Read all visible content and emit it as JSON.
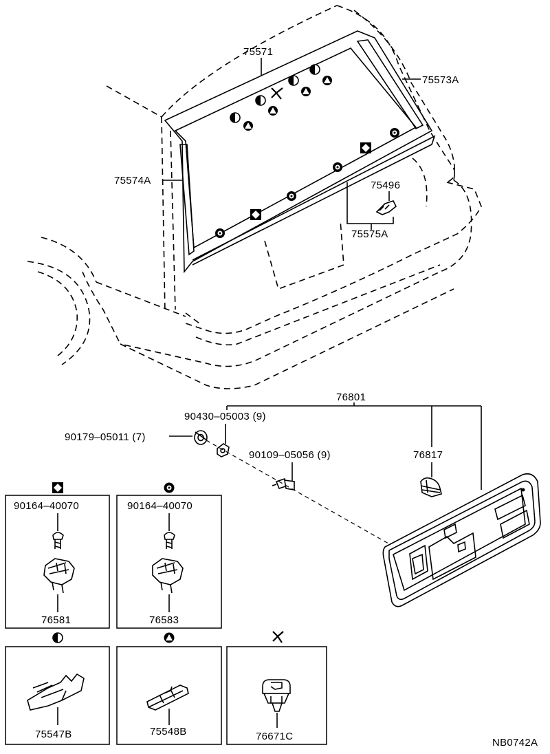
{
  "diagram_id": "NB0742A",
  "callouts": {
    "p75571": "75571",
    "p75573A": "75573A",
    "p75574A": "75574A",
    "p75496": "75496",
    "p75575A": "75575A",
    "p76801": "76801",
    "p90430": "90430–05003 (9)",
    "p90179": "90179–05011 (7)",
    "p90109": "90109–05056 (9)",
    "p76817": "76817"
  },
  "panels": [
    {
      "symbol": "diamond-icon",
      "screw": "90164–40070",
      "part": "76581"
    },
    {
      "symbol": "ring-icon",
      "screw": "90164–40070",
      "part": "76583"
    },
    {
      "symbol": "half-circle-icon",
      "part": "75547B"
    },
    {
      "symbol": "triangle-circle-icon",
      "part": "75548B"
    },
    {
      "symbol": "pinwheel-icon",
      "part": "76671C"
    }
  ]
}
